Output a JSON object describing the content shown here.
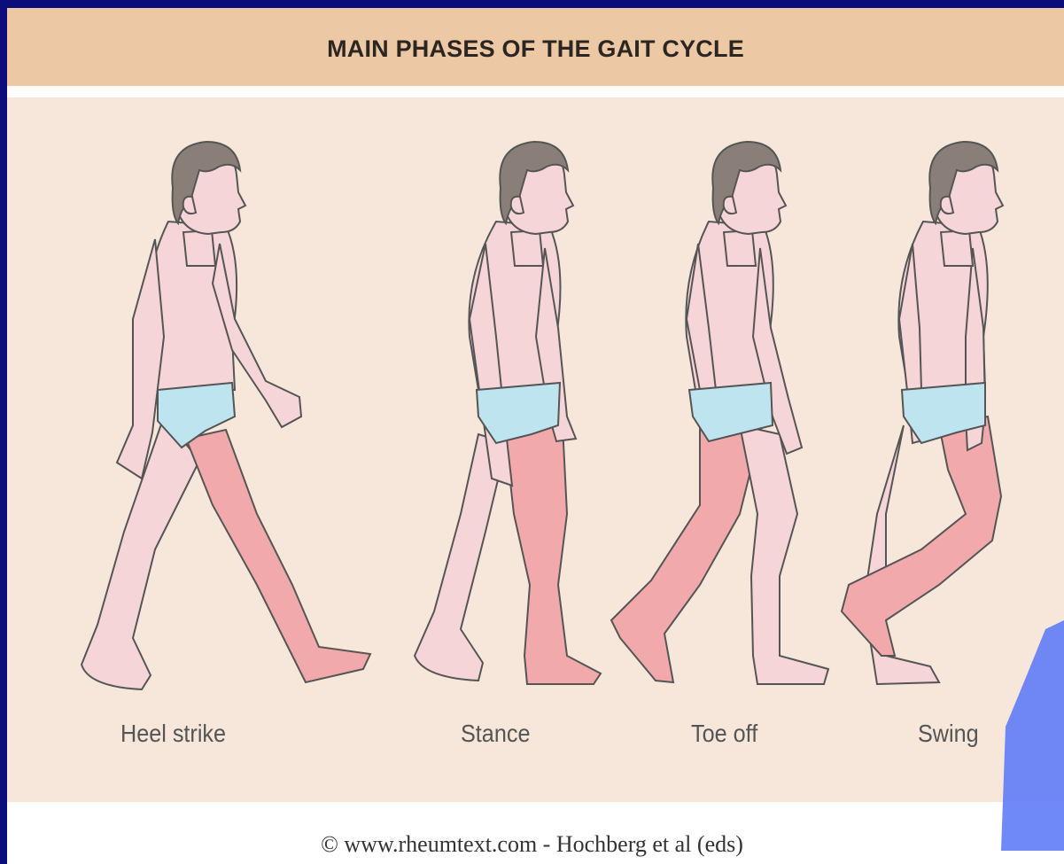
{
  "title": "MAIN PHASES OF THE GAIT CYCLE",
  "phases": [
    {
      "label": "Heel strike"
    },
    {
      "label": "Stance"
    },
    {
      "label": "Toe off"
    },
    {
      "label": "Swing"
    }
  ],
  "credit": "© www.rheumtext.com - Hochberg et al (eds)",
  "colors": {
    "header": "#ecc9a4",
    "panel": "#f6e7da",
    "skin": "#f6d5d8",
    "highlighted_leg": "#f1a9ab",
    "briefs": "#bde4ef",
    "hair": "#8a7f78",
    "frame": "#0b0d7a"
  }
}
